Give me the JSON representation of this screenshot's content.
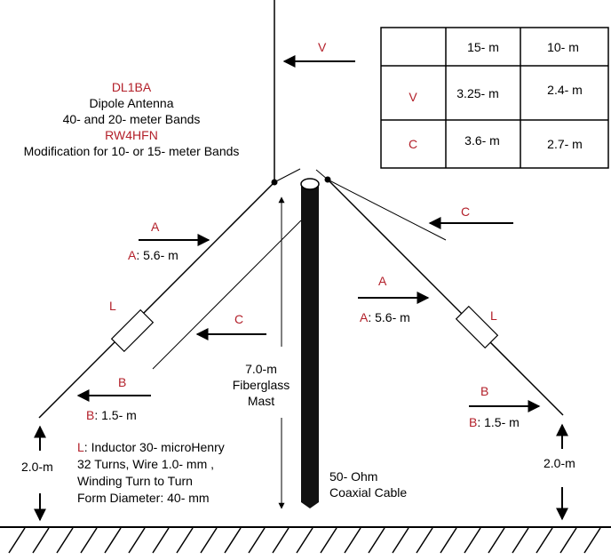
{
  "colors": {
    "line": "#000000",
    "label_red": "#b3202a",
    "mast": "#111111"
  },
  "title": {
    "call1": "DL1BA",
    "line1": "Dipole Antenna",
    "line2": "40- and 20- meter Bands",
    "call2": "RW4HFN",
    "line3": "Modification for 10- or 15- meter Bands"
  },
  "table": {
    "header": [
      "",
      "15- m",
      "10- m"
    ],
    "rows": [
      {
        "label": "V",
        "values": [
          "3.25- m",
          "2.4- m"
        ]
      },
      {
        "label": "C",
        "values": [
          "3.6- m",
          "2.7- m"
        ]
      }
    ]
  },
  "labels": {
    "v_arrow": "V",
    "a_left": "A",
    "a_right": "A",
    "c_left": "C",
    "c_right": "C",
    "l_left": "L",
    "l_right": "L",
    "b_left": "B",
    "b_right": "B"
  },
  "dimensions": {
    "a_left_key": "A",
    "a_left_val": ": 5.6- m",
    "a_right_key": "A",
    "a_right_val": ": 5.6- m",
    "b_left_key": "B",
    "b_left_val": ": 1.5- m",
    "b_right_key": "B",
    "b_right_val": ": 1.5- m",
    "height_left": "2.0-m",
    "height_right": "2.0-m"
  },
  "mast": {
    "line1": "7.0-m",
    "line2": "Fiberglass",
    "line3": "Mast"
  },
  "cable": {
    "line1": "50- Ohm",
    "line2": "Coaxial Cable"
  },
  "inductor": {
    "key": "L",
    "line1": ": Inductor 30-  microHenry",
    "line2": "32 Turns, Wire 1.0- mm ,",
    "line3": "Winding Turn to Turn",
    "line4": "Form Diameter: 40- mm"
  }
}
